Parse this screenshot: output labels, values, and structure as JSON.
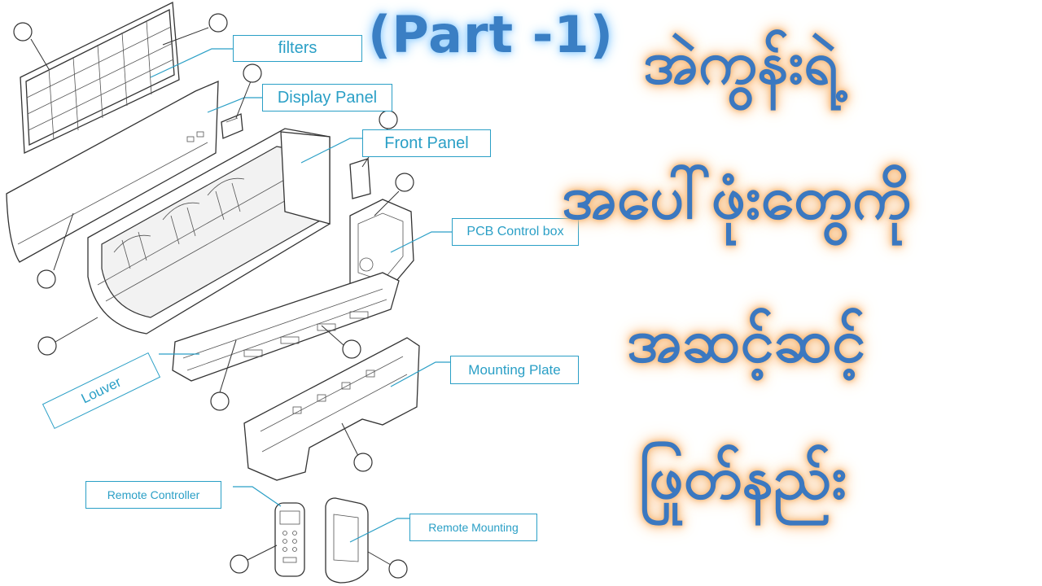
{
  "title": {
    "part": "(Part -1)"
  },
  "burmese_lines": [
    "အဲကွန်းရဲ့",
    "အပေါ်ဖုံးတွေကို",
    "အဆင့်ဆင့်",
    "ဖြုတ်နည်း"
  ],
  "labels": {
    "filters": "filters",
    "display_panel": "Display Panel",
    "front_panel": "Front Panel",
    "pcb_control_box": "PCB Control box",
    "louver": "Louver",
    "mounting_plate": "Mounting Plate",
    "remote_controller": "Remote Controller",
    "remote_mounting": "Remote Mounting"
  },
  "colors": {
    "label_border": "#2a9fc6",
    "title_blue": "#3a7fc4",
    "glow_orange": "#f7b776"
  }
}
